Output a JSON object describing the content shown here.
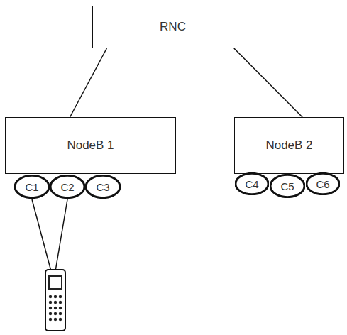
{
  "diagram": {
    "nodes": [
      {
        "text": [
          "RNC"
        ]
      },
      {
        "text": [
          "NodeB 1"
        ]
      },
      {
        "text": [
          "NodeB 2"
        ]
      },
      {
        "text": [
          "C1"
        ]
      },
      {
        "text": [
          "C2"
        ]
      },
      {
        "text": [
          "C3"
        ]
      },
      {
        "text": [
          "C4"
        ]
      },
      {
        "text": [
          "C5"
        ]
      },
      {
        "text": [
          "C6"
        ]
      }
    ],
    "edges": [
      {
        "from": 0,
        "to": 1,
        "arrow": "none"
      },
      {
        "from": 0,
        "to": 2,
        "arrow": "none"
      }
    ]
  }
}
